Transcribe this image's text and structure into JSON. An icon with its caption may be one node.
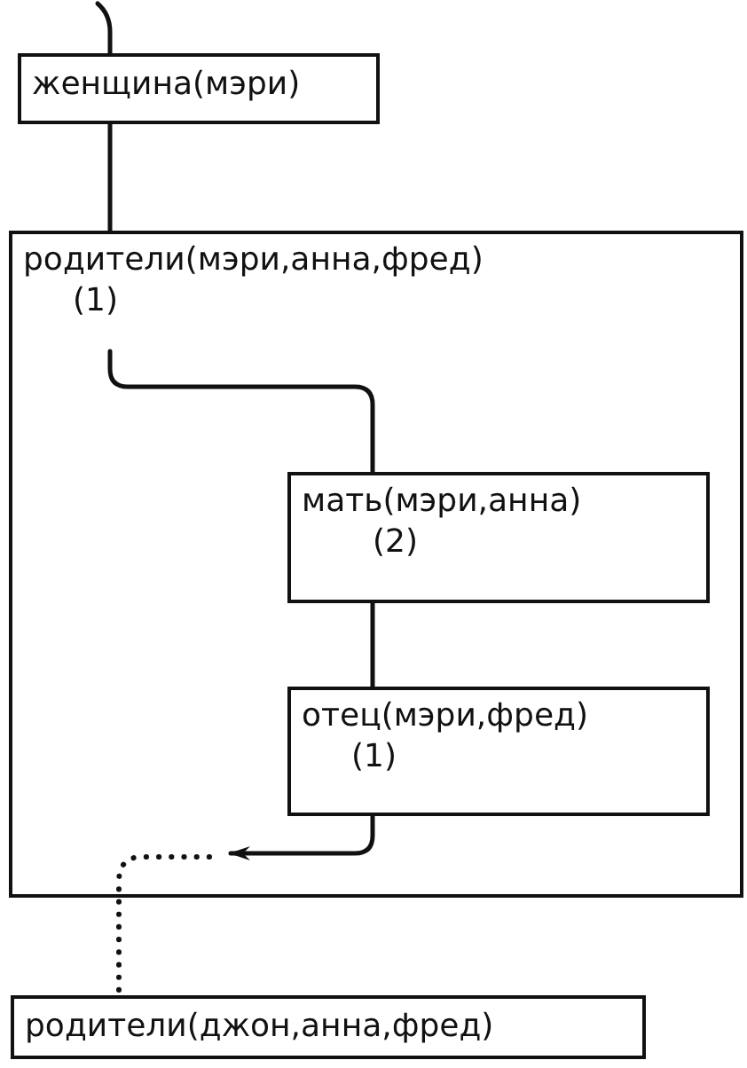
{
  "diagram": {
    "nodes": [
      {
        "text": [
          "женщина(мэри)"
        ]
      },
      {
        "text": [
          "родители(мэри,анна,фред)",
          "(1)"
        ]
      },
      {
        "text": [
          "мать(мэри,анна)",
          "(2)"
        ],
        "in": 1
      },
      {
        "text": [
          "отец(мэри,фред)",
          "(1)"
        ],
        "in": 1
      },
      {
        "text": [
          "родители(джон,анна,фред)"
        ]
      }
    ],
    "edges": [
      {
        "from": null,
        "to": 0,
        "arrow": "none"
      },
      {
        "from": 0,
        "to": 1,
        "arrow": "none"
      },
      {
        "from": 1,
        "to": 2,
        "arrow": "none"
      },
      {
        "from": 2,
        "to": 3,
        "arrow": "none"
      },
      {
        "from": 3,
        "to": null,
        "arrow": "to"
      },
      {
        "from": null,
        "to": 4,
        "arrow": "none",
        "style": "dashed"
      }
    ]
  }
}
